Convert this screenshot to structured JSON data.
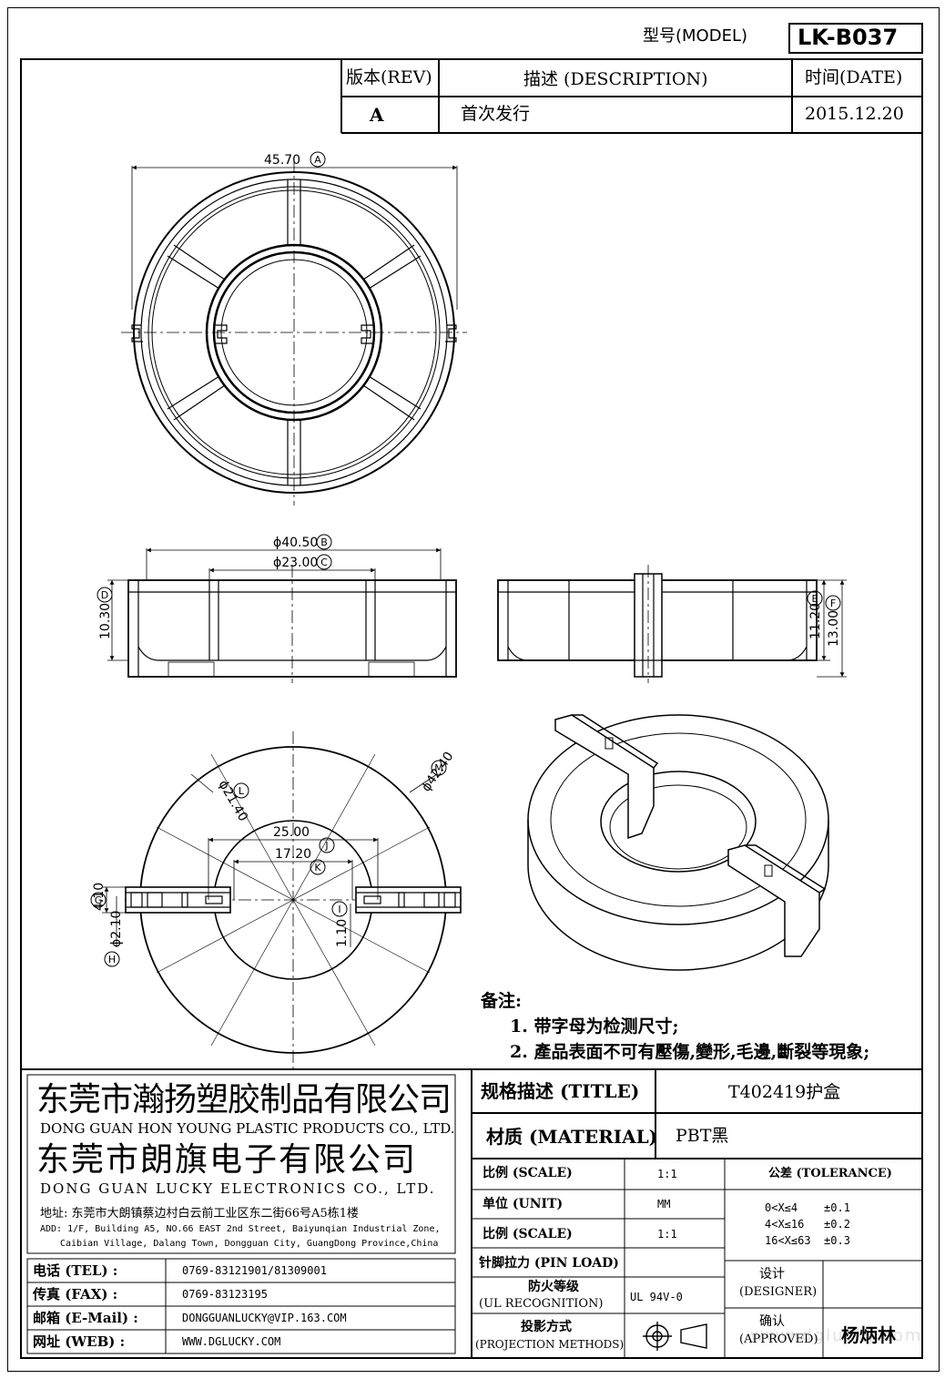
{
  "header": {
    "model_label": "型号(MODEL)",
    "model_value": "LK-B037"
  },
  "revision": {
    "rev_label": "版本(REV)",
    "desc_label": "描述 (DESCRIPTION)",
    "date_label": "时间(DATE)",
    "rev": "A",
    "desc": "首次发行",
    "date": "2015.12.20"
  },
  "dimensions": {
    "d_a": "45.70",
    "d_b": "ϕ40.50",
    "d_c": "ϕ23.00",
    "d_d": "10.30",
    "d_e": "11.20",
    "d_f": "13.00",
    "d_g": "4.10",
    "d_h": "ϕ2.10",
    "d_i": "1.10",
    "d_j": "25.00",
    "d_k": "17.20",
    "d_l": "ϕ21.40",
    "d_m": "ϕ42.40",
    "bub_a": "A",
    "bub_b": "B",
    "bub_c": "C",
    "bub_d": "D",
    "bub_e": "E",
    "bub_f": "F",
    "bub_g": "G",
    "bub_h": "H",
    "bub_i": "I",
    "bub_j": "J",
    "bub_k": "K",
    "bub_l": "L",
    "bub_m": "M"
  },
  "notes": {
    "title": "备注:",
    "n1": "1. 带字母为检测尺寸;",
    "n2": "2. 產品表面不可有壓傷,變形,毛邊,斷裂等現象;"
  },
  "company": {
    "cn1": "东莞市瀚扬塑胶制品有限公司",
    "en1": "DONG GUAN HON YOUNG PLASTIC PRODUCTS CO., LTD.",
    "cn2": "东莞市朗旗电子有限公司",
    "en2": "DONG GUAN LUCKY ELECTRONICS CO., LTD.",
    "addr_cn": "地址: 东莞市大朗镇蔡边村白云前工业区东二街66号A5栋1楼",
    "addr_en1": "ADD: 1/F, Building A5, NO.66 EAST 2nd Street, Baiyunqian Industrial Zone,",
    "addr_en2": "Caibian Village, Dalang Town, Dongguan City, GuangDong Province,China"
  },
  "contacts": [
    {
      "label": "电话 (TEL) :",
      "value": "0769-83121901/81309001"
    },
    {
      "label": "传真 (FAX) :",
      "value": "0769-83123195"
    },
    {
      "label": "邮箱 (E-Mail) :",
      "value": "DONGGUANLUCKY@VIP.163.COM"
    },
    {
      "label": "网址 (WEB) :",
      "value": "WWW.DGLUCKY.COM"
    }
  ],
  "spec": {
    "title_label": "规格描述 (TITLE)",
    "title_value": "T402419护盒",
    "material_label": "材质 (MATERIAL)",
    "material_value": "PBT黑",
    "scale_label": "比例 (SCALE)",
    "scale_value": "1:1",
    "unit_label": "单位 (UNIT)",
    "unit_value": "MM",
    "scale2_label": "比例 (SCALE)",
    "scale2_value": "1:1",
    "pin_label": "针脚拉力 (PIN LOAD)",
    "ul_label1": "防火等级",
    "ul_label2": "(UL RECOGNITION)",
    "ul_value": "UL 94V-0",
    "proj_label1": "投影方式",
    "proj_label2": "(PROJECTION METHODS)",
    "tol_label": "公差 (TOLERANCE)",
    "tol_rows": [
      "0<X≤4    ±0.1",
      "4<X≤16   ±0.2",
      "16<X≤63  ±0.3"
    ],
    "designer_label1": "设计",
    "designer_label2": "(DESIGNER)",
    "approved_label1": "确认",
    "approved_label2": "(APPROVED)",
    "approved_value": "杨炳林"
  },
  "watermark": "www.dglucky.com"
}
